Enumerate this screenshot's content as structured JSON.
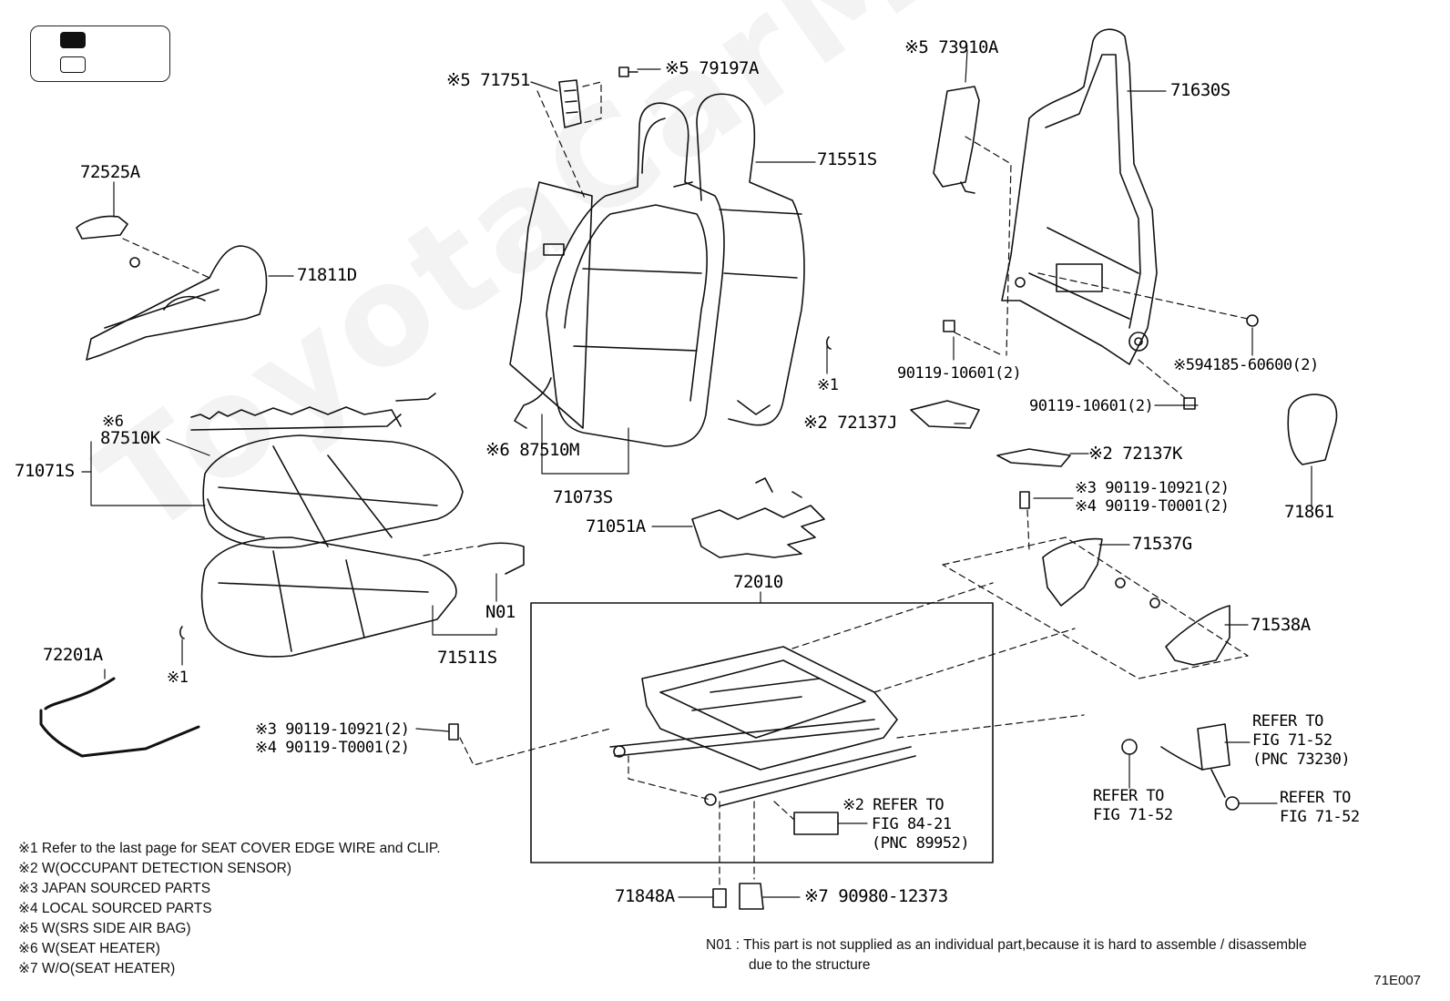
{
  "legend": {
    "filled": "",
    "open": ""
  },
  "watermark": "ToyotaCarMir.ru",
  "fig_id": "71E007",
  "parts": {
    "p71751": "※5 71751",
    "p79197A": "※5 79197A",
    "p73910A": "※5 73910A",
    "p71630S": "71630S",
    "p72525A": "72525A",
    "p71551S": "71551S",
    "p71811D": "71811D",
    "p90119_10601_a": "90119-10601(2)",
    "p94185": "※594185-60600(2)",
    "p90119_10601_b": "90119-10601(2)",
    "p87510K_mark": "※6",
    "p87510K": "87510K",
    "p71071S": "71071S",
    "p87510M": "※6 87510M",
    "p72137J": "※2 72137J",
    "p72137K": "※2 72137K",
    "p71861": "71861",
    "c1_top": "※1",
    "p71073S": "71073S",
    "p90119_10921_a": "※3 90119-10921(2)",
    "p90119_T0001_a": "※4 90119-T0001(2)",
    "p71051A": "71051A",
    "p71537G": "71537G",
    "p72010": "72010",
    "pN01": "N01",
    "p71538A": "71538A",
    "p72201A": "72201A",
    "p71511S": "71511S",
    "c1_bottom": "※1",
    "p90119_10921_b": "※3 90119-10921(2)",
    "p90119_T0001_b": "※4 90119-T0001(2)",
    "refer_belt_1": "REFER TO",
    "refer_belt_2": "FIG 71-52",
    "refer_belt_3": "(PNC 73230)",
    "refer_left_1": "REFER TO",
    "refer_left_2": "FIG 71-52",
    "refer_right_1": "REFER TO",
    "refer_right_2": "FIG 71-52",
    "refer_84_1": "※2 REFER TO",
    "refer_84_2": "FIG 84-21",
    "refer_84_3": "(PNC 89952)",
    "p71848A": "71848A",
    "p90980": "※7 90980-12373"
  },
  "footnotes": [
    "※1  Refer to the last page for SEAT COVER EDGE WIRE and CLIP.",
    "※2  W(OCCUPANT DETECTION SENSOR)",
    "※3  JAPAN SOURCED PARTS",
    "※4  LOCAL SOURCED PARTS",
    "※5  W(SRS SIDE AIR BAG)",
    "※6  W(SEAT HEATER)",
    "※7  W/O(SEAT HEATER)"
  ],
  "n01_note_line1": "N01 : This part is not supplied as an individual part,because it is hard to assemble / disassemble",
  "n01_note_line2": "due to the structure"
}
